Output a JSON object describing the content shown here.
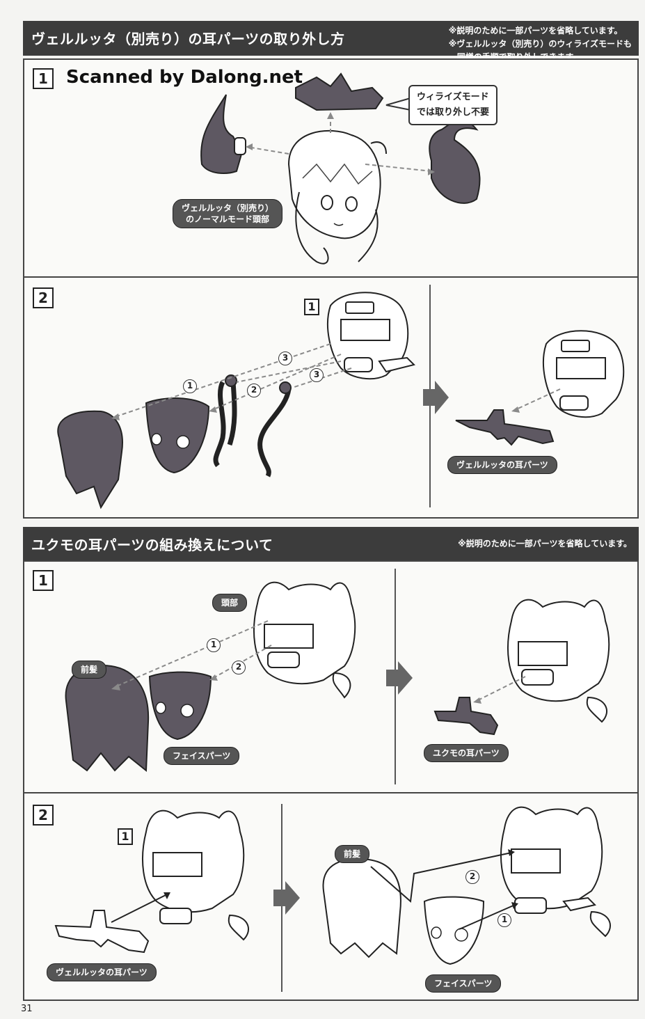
{
  "section1": {
    "title": "ヴェルルッタ（別売り）の耳パーツの取り外し方",
    "note_line1": "※説明のために一部パーツを省略しています。",
    "note_line2": "※ヴェルルッタ（別売り）のウィライズモードも",
    "note_line3": "同様の手順で取り外しできます。",
    "step1": {
      "number": "1",
      "watermark": "Scanned by Dalong.net",
      "callout_line1": "ウィライズモード",
      "callout_line2": "では取り外し不要",
      "head_label_line1": "ヴェルルッタ（別売り）",
      "head_label_line2": "のノーマルモード頭部"
    },
    "step2": {
      "number": "2",
      "sub": "1",
      "circ1": "1",
      "circ2": "2",
      "circ3a": "3",
      "circ3b": "3",
      "result_label": "ヴェルルッタの耳パーツ"
    }
  },
  "section2": {
    "title": "ユクモの耳パーツの組み換えについて",
    "note": "※説明のために一部パーツを省略しています。",
    "step1": {
      "number": "1",
      "head_label": "頭部",
      "bangs_label": "前髪",
      "circ1": "1",
      "circ2": "2",
      "face_label": "フェイスパーツ",
      "result_label": "ユクモの耳パーツ"
    },
    "step2": {
      "number": "2",
      "sub": "1",
      "ear_label": "ヴェルルッタの耳パーツ",
      "bangs_label": "前髪",
      "circ1": "1",
      "circ2": "2",
      "face_label": "フェイスパーツ"
    }
  },
  "page_number": "31",
  "colors": {
    "header": "#3c3c3c",
    "part_fill": "#5e5862",
    "pill": "#555555",
    "dash": "#8a8a8a"
  }
}
